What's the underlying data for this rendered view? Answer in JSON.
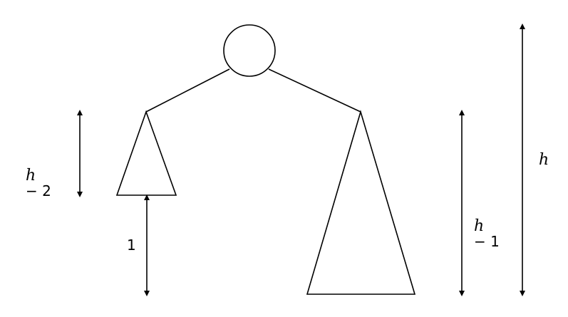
{
  "labels": {
    "left_subtree_height_var": "h",
    "left_subtree_height_rest": "− 2",
    "left_gap": "1",
    "right_subtree_height_var": "h",
    "right_subtree_height_rest": "− 1",
    "total_height": "h"
  },
  "colors": {
    "stroke": "#000000",
    "background": "#ffffff"
  }
}
